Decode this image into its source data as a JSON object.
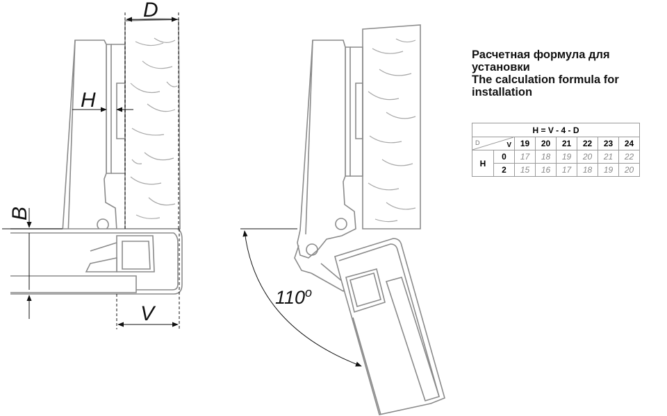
{
  "labels": {
    "d": "D",
    "h": "H",
    "b": "B",
    "v": "V",
    "angle": "110",
    "angle_unit": "o"
  },
  "title_lines": [
    "Расчетная формула для",
    "установки",
    "The calculation formula for",
    "installation"
  ],
  "table": {
    "formula": "H = V - 4 - D",
    "corner_d": "D",
    "corner_v": "V",
    "h_label": "H",
    "v_values": [
      "19",
      "20",
      "21",
      "22",
      "23",
      "24"
    ],
    "rows": [
      {
        "h": "0",
        "d_values": [
          "17",
          "18",
          "19",
          "20",
          "21",
          "22"
        ]
      },
      {
        "h": "2",
        "d_values": [
          "15",
          "16",
          "17",
          "18",
          "19",
          "20"
        ]
      }
    ]
  },
  "colors": {
    "line": "#8a8a8a",
    "dark_line": "#222222",
    "text": "#111111"
  }
}
